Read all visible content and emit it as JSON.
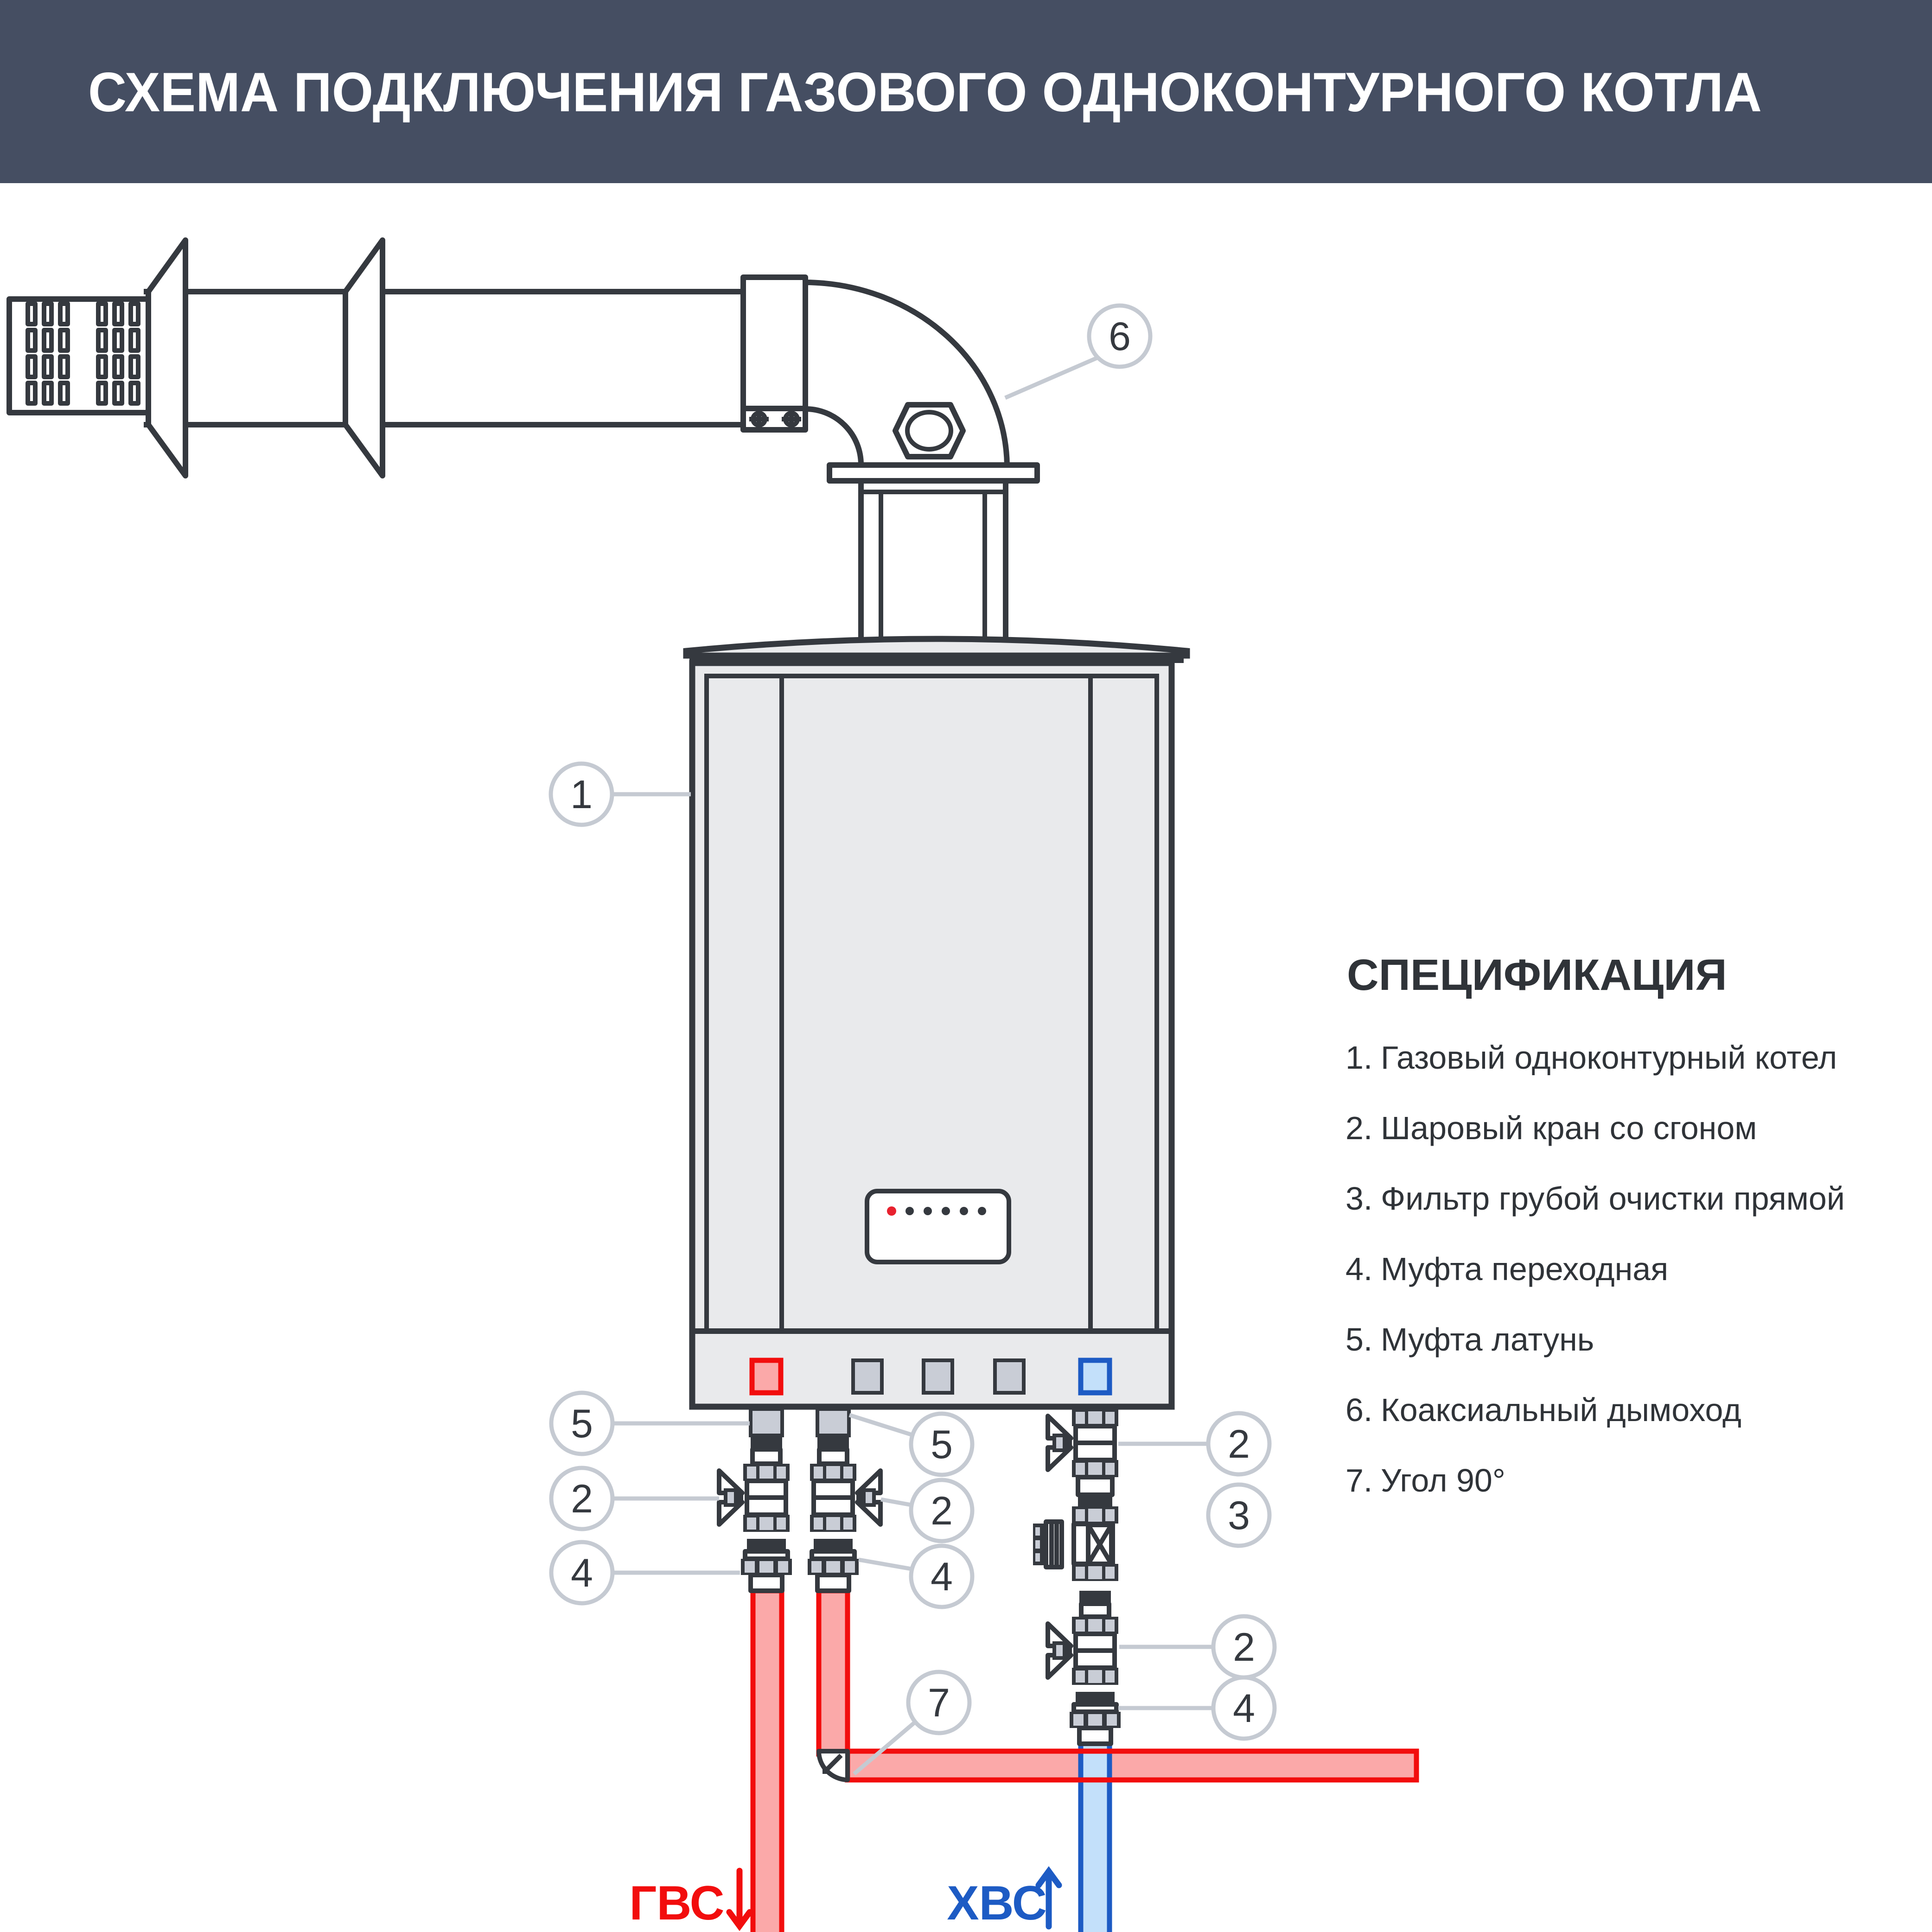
{
  "header": {
    "title": "СХЕМА ПОДКЛЮЧЕНИЯ ГАЗОВОГО ОДНОКОНТУРНОГО КОТЛА"
  },
  "spec": {
    "heading": "СПЕЦИФИКАЦИЯ",
    "items": [
      {
        "num": "1.",
        "text": "Газовый одноконтурный котел"
      },
      {
        "num": "2.",
        "text": "Шаровый кран со сгоном"
      },
      {
        "num": "3.",
        "text": "Фильтр грубой очистки прямой"
      },
      {
        "num": "4.",
        "text": "Муфта переходная"
      },
      {
        "num": "5.",
        "text": "Муфта латунь"
      },
      {
        "num": "6.",
        "text": "Коаксиальный дымоход"
      },
      {
        "num": "7.",
        "text": "Угол 90°"
      }
    ]
  },
  "callouts": [
    {
      "label": "6"
    },
    {
      "label": "1"
    },
    {
      "label": "5"
    },
    {
      "label": "2"
    },
    {
      "label": "4"
    },
    {
      "label": "5"
    },
    {
      "label": "2"
    },
    {
      "label": "4"
    },
    {
      "label": "7"
    },
    {
      "label": "2"
    },
    {
      "label": "3"
    },
    {
      "label": "2"
    },
    {
      "label": "4"
    }
  ],
  "pipes": {
    "hot_label": "ГВС",
    "cold_label": "ХВС",
    "hot_direction": "down",
    "cold_direction": "up"
  },
  "colors": {
    "header_bg": "#454E62",
    "line": "#35393F",
    "light_gray": "#C9CDD6",
    "boiler_gray": "#E9EAEC",
    "leader_gray": "#C5CAD2",
    "hot_red": "#F20D0D",
    "hot_fill": "#FBA9A9",
    "cold_blue": "#1D5BC4",
    "cold_fill": "#C3E0FA",
    "led_red": "#E8212E"
  }
}
